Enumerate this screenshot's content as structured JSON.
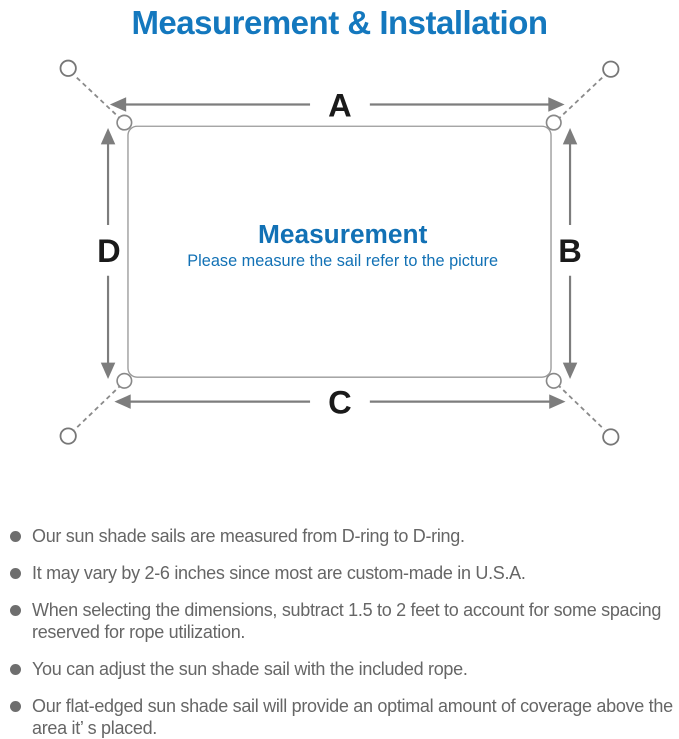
{
  "header": {
    "title": "Measurement & Installation"
  },
  "diagram": {
    "dimension_labels": {
      "top": "A",
      "right": "B",
      "bottom": "C",
      "left": "D"
    },
    "center_title": "Measurement",
    "center_subtitle": "Please measure the sail refer to the picture"
  },
  "notes": [
    "Our sun shade sails are measured from D-ring to D-ring.",
    "It may vary by 2-6 inches since most are custom-made in U.S.A.",
    "When selecting the dimensions, subtract 1.5 to 2 feet to account for some spacing reserved for rope utilization.",
    "You can adjust the sun shade sail with the included rope.",
    "Our flat-edged sun shade sail will provide an optimal amount of coverage above the area it’ s placed."
  ],
  "colors": {
    "title_blue": "#1478be",
    "center_text_blue": "#1271b5",
    "body_text_gray": "#666666",
    "line_gray": "#7d7d7d"
  }
}
